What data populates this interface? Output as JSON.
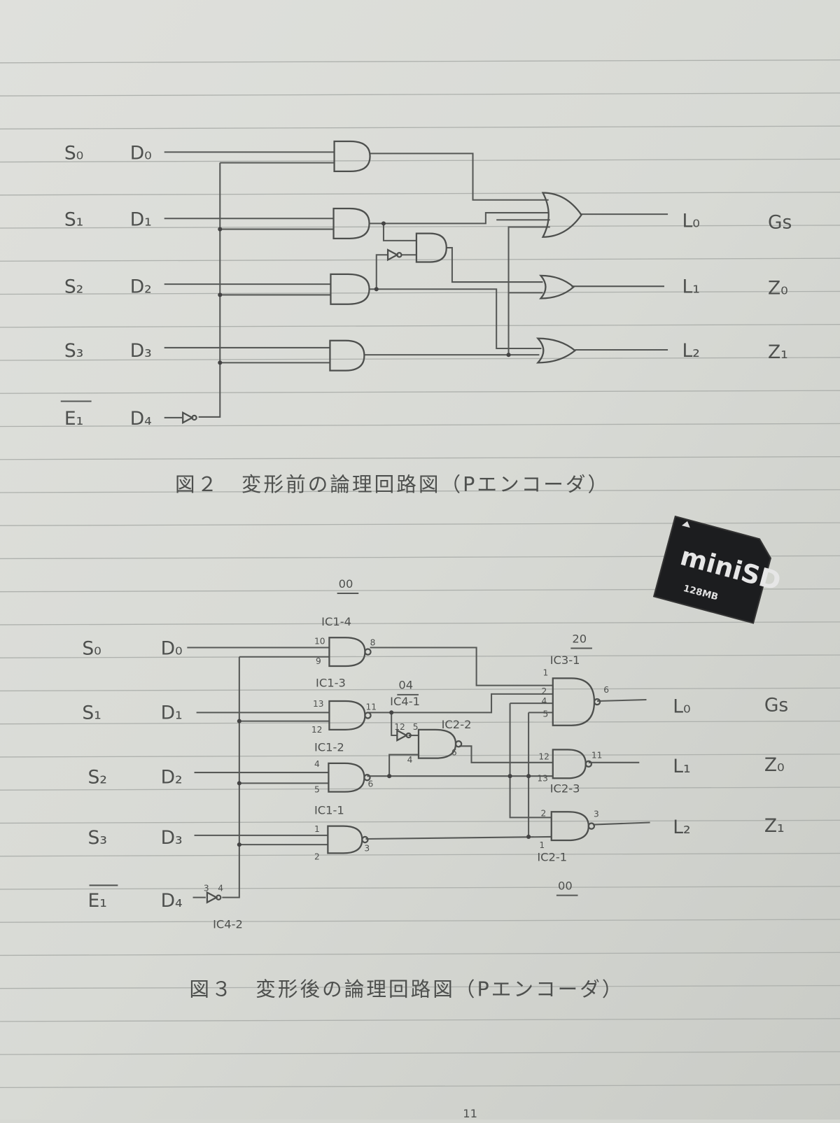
{
  "figure2": {
    "inputs": [
      {
        "s": "S₀",
        "d": "D₀"
      },
      {
        "s": "S₁",
        "d": "D₁"
      },
      {
        "s": "S₂",
        "d": "D₂"
      },
      {
        "s": "S₃",
        "d": "D₃"
      },
      {
        "s": "E₁",
        "d": "D₄"
      }
    ],
    "outputs": [
      {
        "l": "L₀",
        "z": "Gs"
      },
      {
        "l": "L₁",
        "z": "Z₀"
      },
      {
        "l": "L₂",
        "z": "Z₁"
      }
    ],
    "caption": "図２　変形前の論理回路図（Pエンコーダ）"
  },
  "figure3": {
    "inputs": [
      {
        "s": "S₀",
        "d": "D₀"
      },
      {
        "s": "S₁",
        "d": "D₁"
      },
      {
        "s": "S₂",
        "d": "D₂"
      },
      {
        "s": "S₃",
        "d": "D₃"
      },
      {
        "s": "E₁",
        "d": "D₄"
      }
    ],
    "outputs": [
      {
        "l": "L₀",
        "z": "Gs"
      },
      {
        "l": "L₁",
        "z": "Z₀"
      },
      {
        "l": "L₂",
        "z": "Z₁"
      }
    ],
    "ic_labels": [
      "IC1-4",
      "IC1-3",
      "IC1-2",
      "IC1-1",
      "IC4-1",
      "IC2-2",
      "IC3-1",
      "IC2-3",
      "IC2-1",
      "IC4-2"
    ],
    "chip_types": [
      "00",
      "04",
      "20",
      "00"
    ],
    "pins": [
      "10",
      "9",
      "8",
      "13",
      "12",
      "11",
      "4",
      "5",
      "6",
      "1",
      "2",
      "3",
      "12",
      "5",
      "4",
      "6",
      "1",
      "2",
      "4",
      "5",
      "6",
      "12",
      "13",
      "11",
      "2",
      "1",
      "3",
      "3",
      "4"
    ],
    "caption": "図３　変形後の論理回路図（Pエンコーダ）"
  },
  "sd_card": {
    "logo": "miniSD",
    "capacity": "128MB"
  },
  "page_number": "11"
}
